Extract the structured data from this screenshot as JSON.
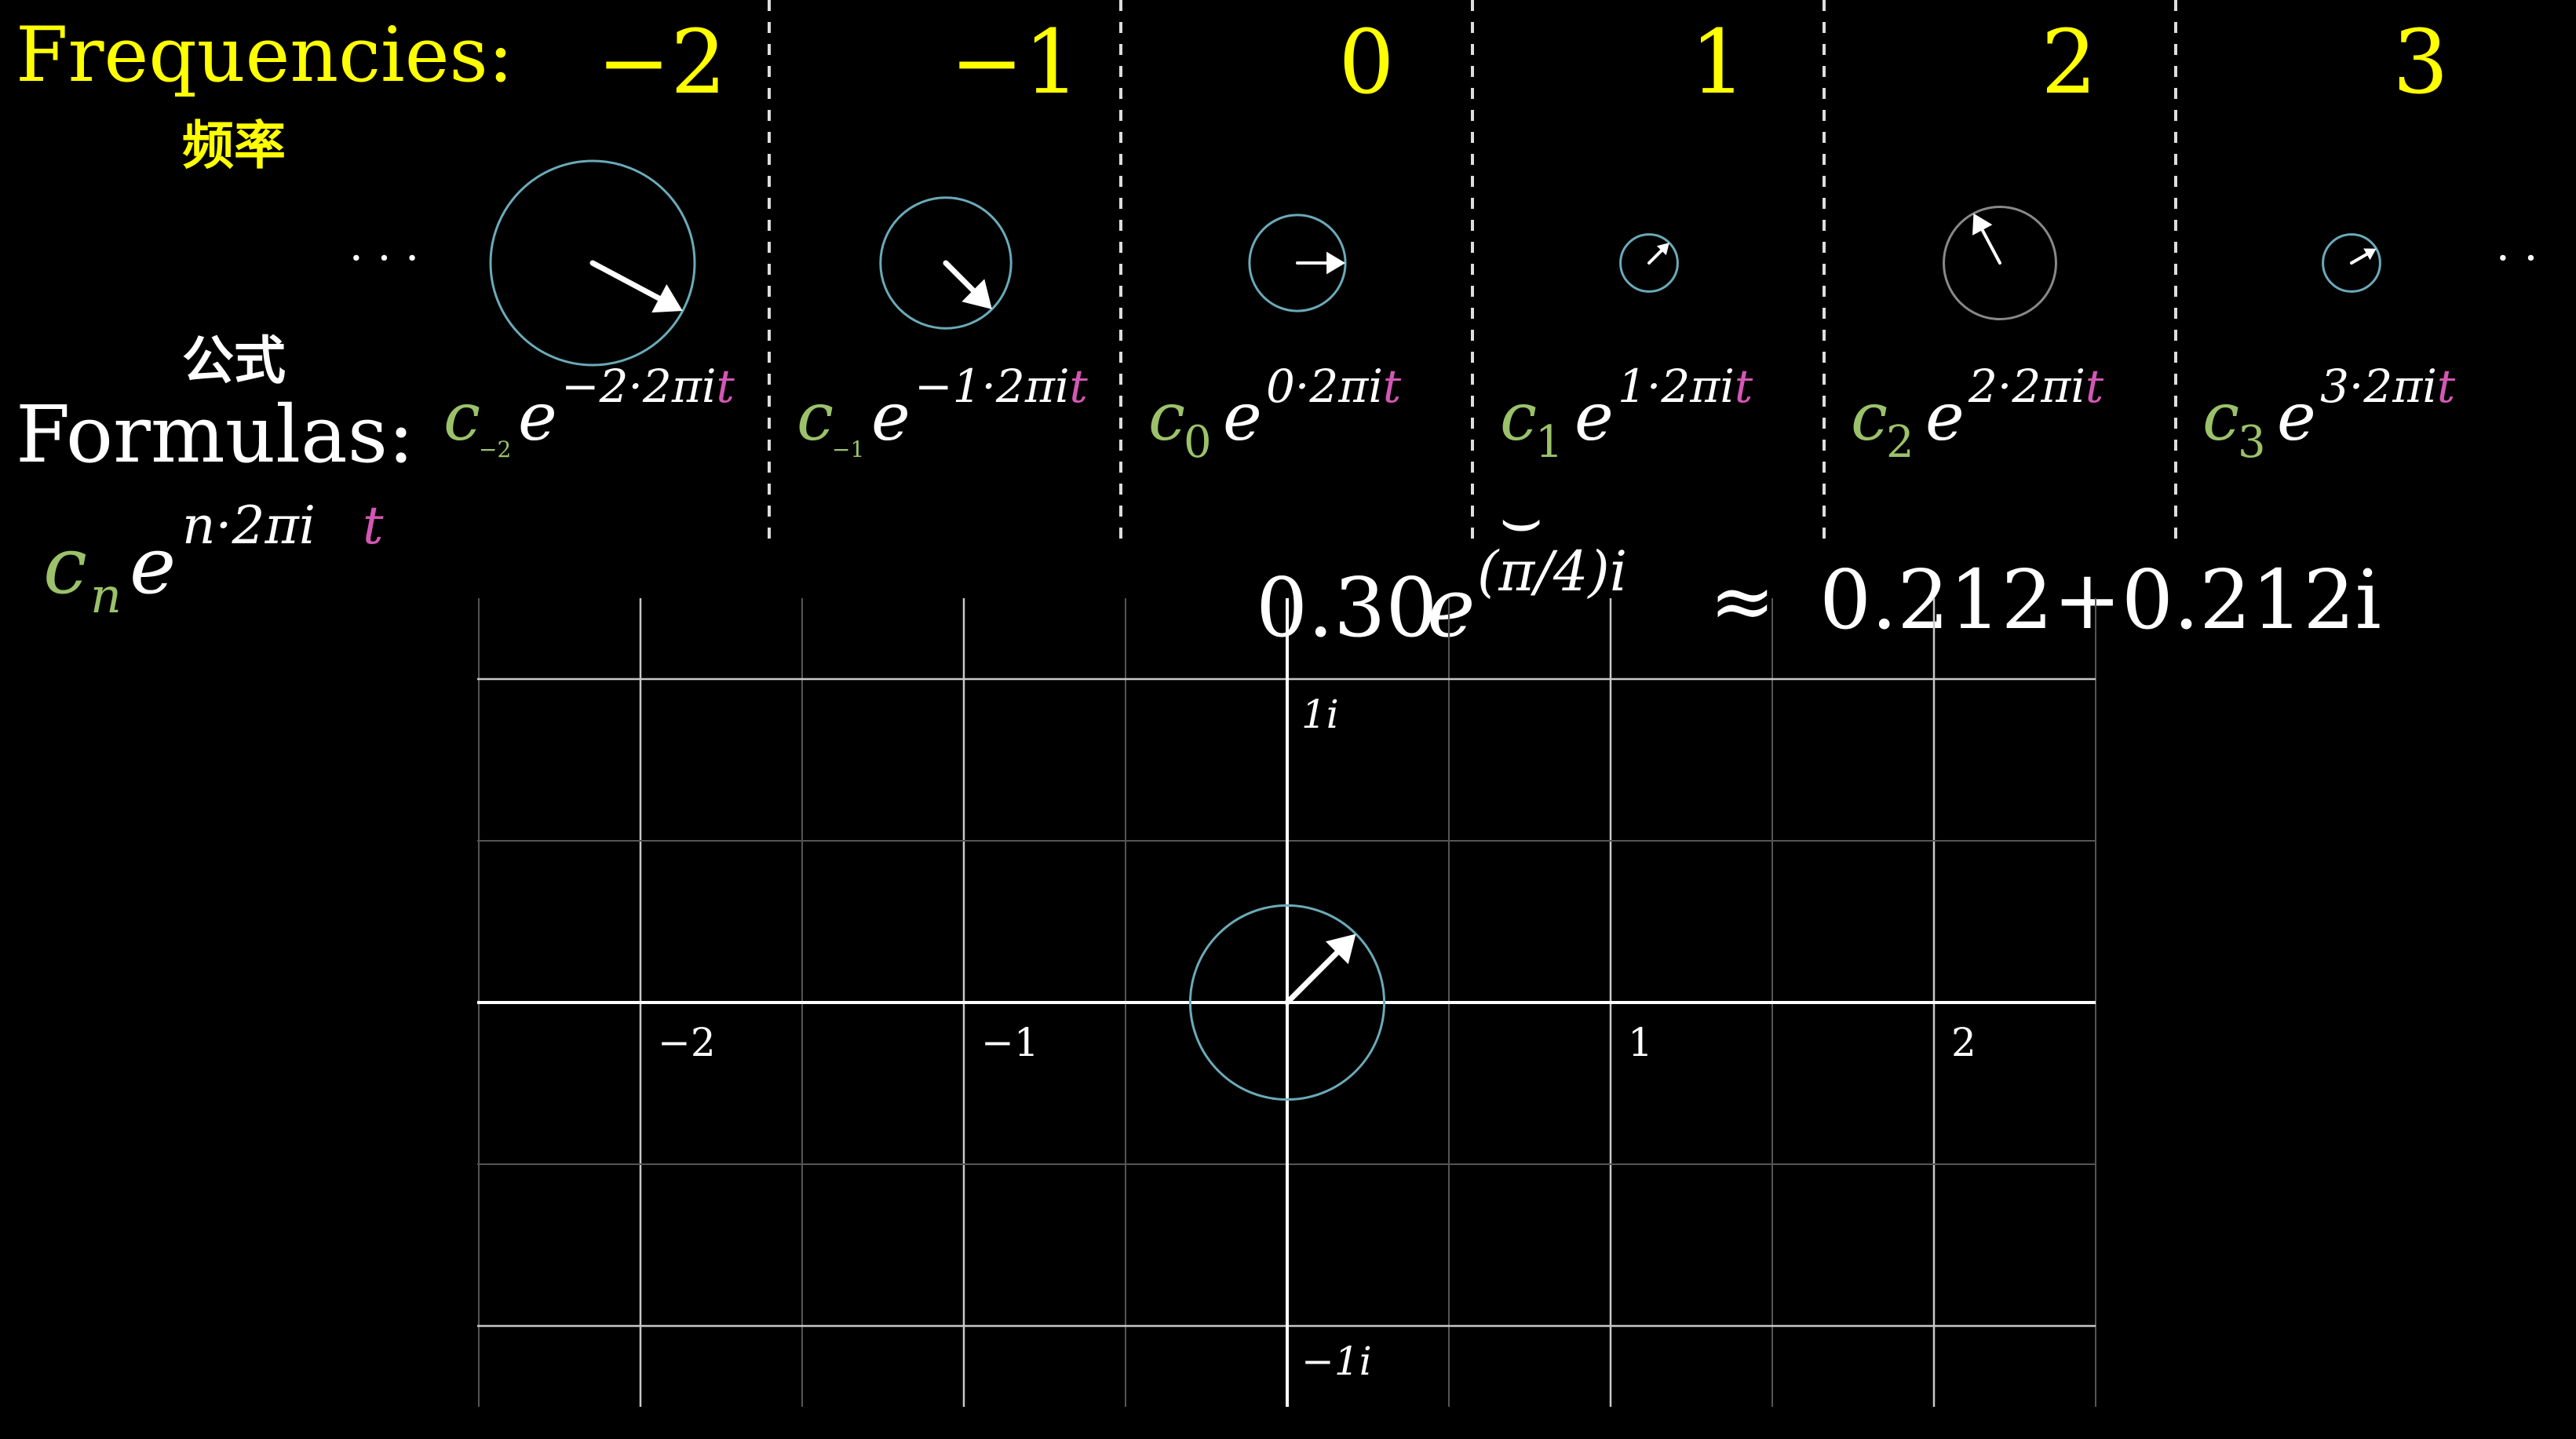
{
  "header": {
    "frequencies_label": "Frequencies:",
    "frequencies_label_cn": "频率",
    "formulas_label": "Formulas:",
    "formulas_label_cn": "公式",
    "left_ellipsis": "· · ·",
    "right_ellipsis": "· ·"
  },
  "frequencies": [
    {
      "label": "−2",
      "coef_sub": "−2",
      "exp_num": "−2",
      "rel_radius": 1.0,
      "angle_deg": -28
    },
    {
      "label": "−1",
      "coef_sub": "−1",
      "exp_num": "−1",
      "rel_radius": 0.64,
      "angle_deg": -45
    },
    {
      "label": "0",
      "coef_sub": "0",
      "exp_num": "0",
      "rel_radius": 0.47,
      "angle_deg": 0
    },
    {
      "label": "1",
      "coef_sub": "1",
      "exp_num": "1",
      "rel_radius": 0.28,
      "angle_deg": 45
    },
    {
      "label": "2",
      "coef_sub": "2",
      "exp_num": "2",
      "rel_radius": 0.55,
      "angle_deg": 118
    },
    {
      "label": "3",
      "coef_sub": "3",
      "exp_num": "3",
      "rel_radius": 0.28,
      "angle_deg": 30
    }
  ],
  "formula_exp_tail": "·2πi",
  "formula_exp_t": "t",
  "general_formula": {
    "c": "c",
    "sub": "n",
    "e": "e",
    "exp": "n·2πi",
    "t": "t"
  },
  "brace": "⌣",
  "callout": {
    "magnitude": "0.30",
    "e": "e",
    "exponent": "(π/4)i",
    "approx": "≈",
    "rhs": "0.212+0.212i"
  },
  "plane": {
    "x_ticks": [
      {
        "value": -2,
        "label": "−2"
      },
      {
        "value": -1,
        "label": "−1"
      },
      {
        "value": 1,
        "label": "1"
      },
      {
        "value": 2,
        "label": "2"
      }
    ],
    "y_ticks": [
      {
        "value": 1,
        "label": "1i"
      },
      {
        "value": -1,
        "label": "−1i"
      }
    ],
    "vector": {
      "magnitude": 0.3,
      "angle_deg": 45
    }
  },
  "colors": {
    "yellow": "#FFFF00",
    "white": "#FFFFFF",
    "green": "#9BC26A",
    "pink": "#D457B4",
    "circle": "#6BAAB8",
    "gray_circle": "#888888",
    "divider": "#DDDDDD",
    "grid_major": "#C8C8C8",
    "grid_minor": "#555555"
  }
}
